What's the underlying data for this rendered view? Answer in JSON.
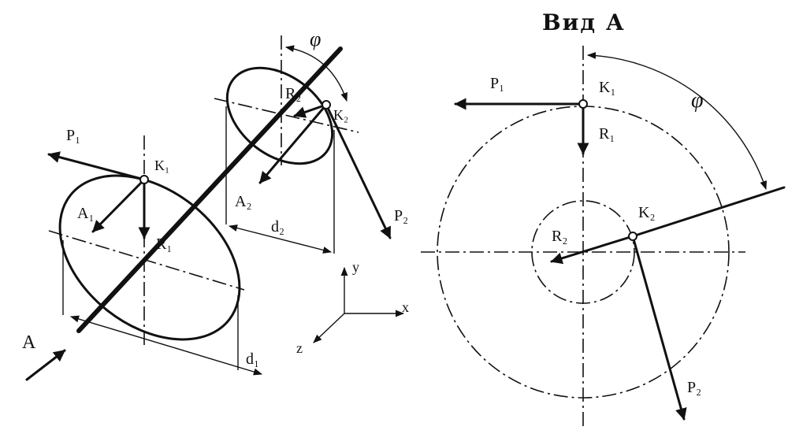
{
  "view_title": "Вид А",
  "labels": {
    "P1": "P₁",
    "K1": "K₁",
    "A1": "A₁",
    "R1": "R₁",
    "R2": "R₂",
    "K2": "K₂",
    "A2": "A₂",
    "P2": "P₂",
    "d2": "d₂",
    "d1": "d₁",
    "A": "A",
    "phi": "φ",
    "axis_x": "x",
    "axis_y": "y",
    "axis_z": "z",
    "view_P1": "P₁",
    "view_K1": "K₁",
    "view_R1": "R₁",
    "view_K2": "K₂",
    "view_R2": "R₂",
    "view_P2": "P₂",
    "view_phi": "φ"
  }
}
